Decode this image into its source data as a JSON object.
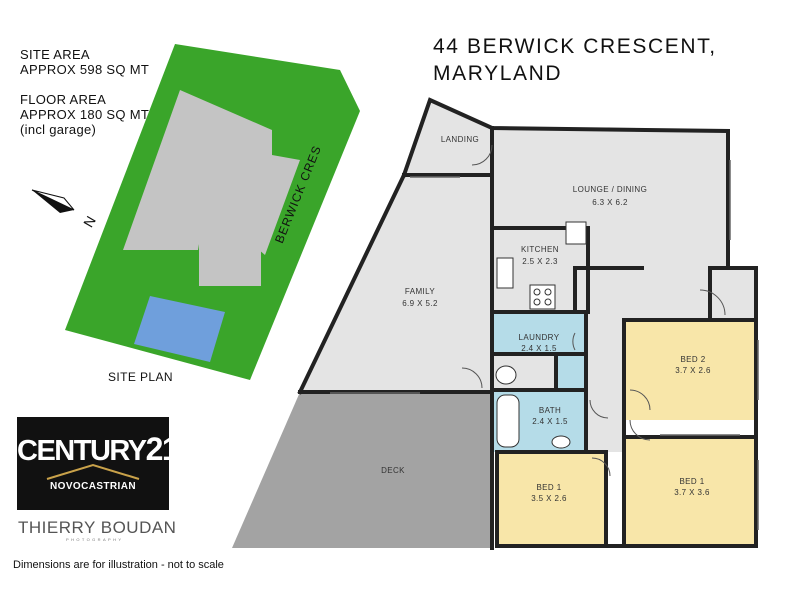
{
  "site_area": {
    "line1": "SITE AREA",
    "line2": "APPROX 598 SQ MT"
  },
  "floor_area": {
    "line1": "FLOOR AREA",
    "line2": "APPROX 180 SQ MT",
    "line3": "(incl garage)"
  },
  "address": {
    "line1": "44 BERWICK CRESCENT,",
    "line2": "MARYLAND"
  },
  "site_plan": {
    "label": "SITE PLAN",
    "street_label": "BERWICK CRES",
    "north_label": "N",
    "lot_color": "#3aa52a",
    "pool_color": "#6f9fdc",
    "building_color": "#c4c4c4"
  },
  "rooms": {
    "landing": {
      "name": "LANDING"
    },
    "lounge": {
      "name": "LOUNGE / DINING",
      "dims": "6.3 X 6.2"
    },
    "kitchen": {
      "name": "KITCHEN",
      "dims": "2.5 X 2.3"
    },
    "family": {
      "name": "FAMILY",
      "dims": "6.9 X 5.2"
    },
    "laundry": {
      "name": "LAUNDRY",
      "dims": "2.4 X 1.5"
    },
    "bath": {
      "name": "BATH",
      "dims": "2.4 X 1.5"
    },
    "bed2": {
      "name": "BED 2",
      "dims": "3.7 X 2.6"
    },
    "bed1_right": {
      "name": "BED 1",
      "dims": "3.7 X 3.6"
    },
    "bed1_left": {
      "name": "BED 1",
      "dims": "3.5 X 2.6"
    },
    "deck": {
      "name": "DECK"
    }
  },
  "colors": {
    "deck": "#a3a3a3",
    "living": "#e4e4e4",
    "bedroom": "#f8e6a9",
    "wet": "#b5dce8",
    "wall": "#222222"
  },
  "logo": {
    "brand_pre": "CENTURY",
    "brand_num": "21",
    "office": "NOVOCASTRIAN"
  },
  "photographer": {
    "name": "THIERRY BOUDAN",
    "tagline": "PHOTOGRAPHY"
  },
  "disclaimer": "Dimensions are for illustration - not to scale"
}
